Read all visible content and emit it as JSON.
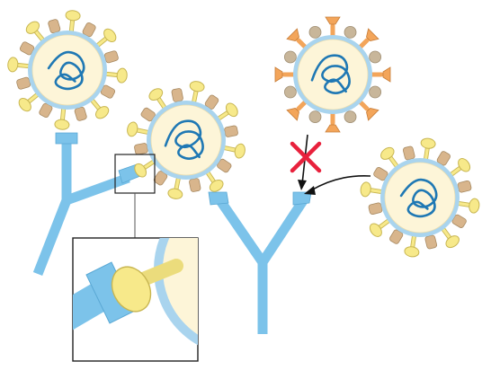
{
  "diagram": {
    "colors": {
      "antibody": "#7cc3ea",
      "antibody_stroke": "#5aa8d4",
      "envelope": "#a9d4ee",
      "core": "#fdf5d8",
      "core_stroke": "#e9ddb0",
      "rna": "#1f78b4",
      "spike_yellow": "#f7e98a",
      "spike_yellow_stroke": "#c8b652",
      "spike_tan": "#d8b58c",
      "spike_tan_stroke": "#a88a62",
      "mutant_orange": "#f3a55a",
      "mutant_orange_stroke": "#c77d38",
      "mutant_gray": "#c8b69a",
      "blocked_mark": "#e8213c",
      "callout_frame": "#222222",
      "arrow": "#111111"
    },
    "icons": {
      "blocked": "red-x-icon",
      "binding_arrow": "curved-arrow-icon"
    },
    "elements": [
      "virus-bound-antibody-left",
      "virus-bound-antibody-middle",
      "mutant-virus-not-bound",
      "virus-approaching-free-antibody",
      "antibody-left",
      "antibody-right",
      "zoom-box",
      "zoom-callout"
    ]
  }
}
